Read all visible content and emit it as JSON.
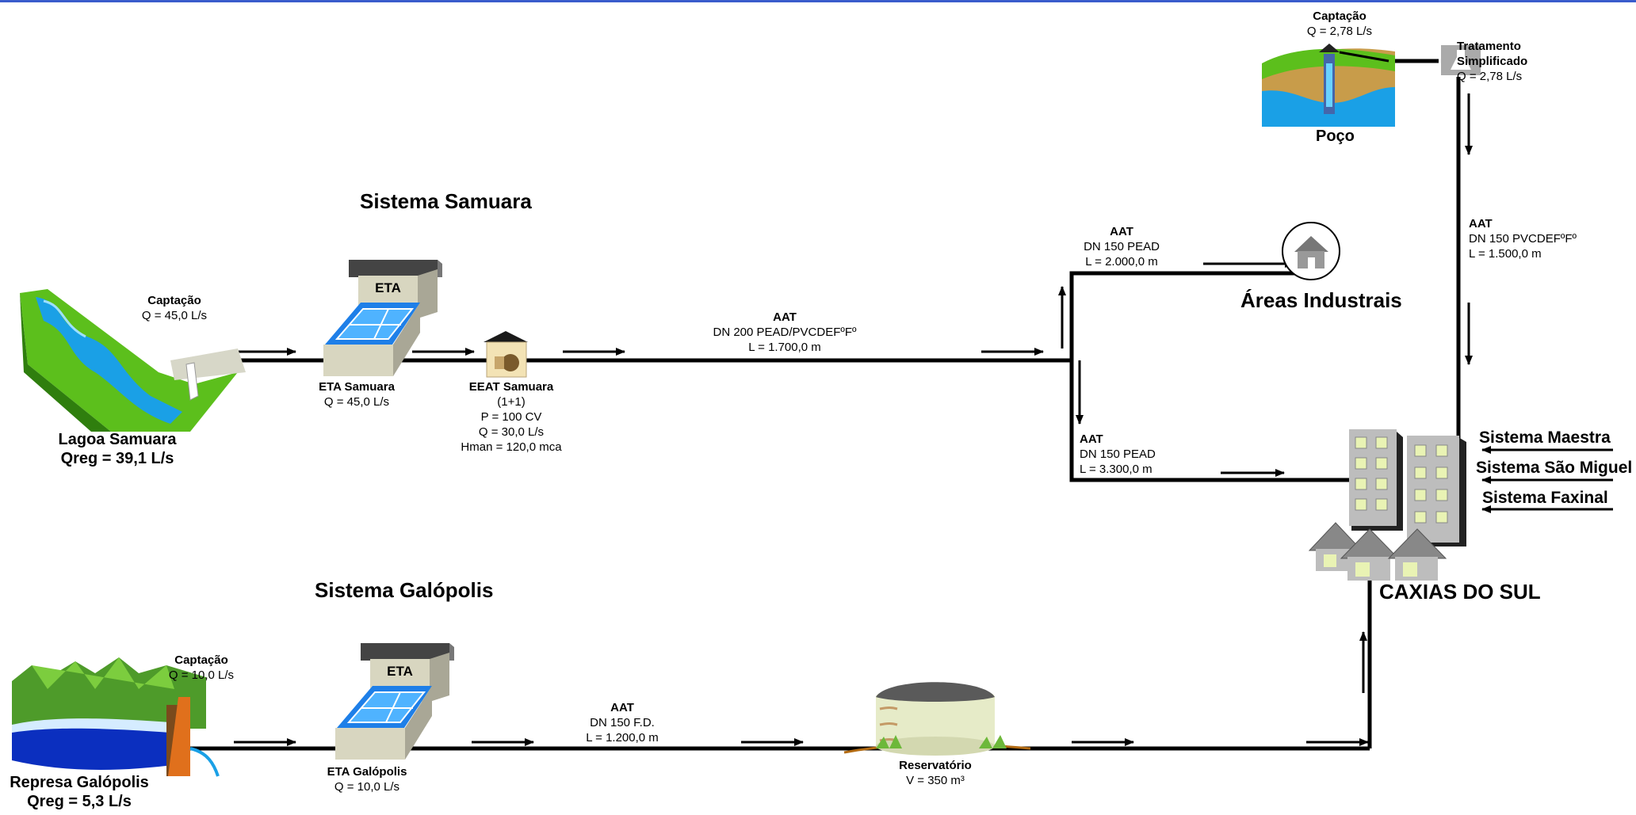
{
  "titles": {
    "samuara": "Sistema Samuara",
    "galopolis": "Sistema Galópolis",
    "areas": "Áreas Industrais",
    "caxias": "CAXIAS DO SUL",
    "poco": "Poço"
  },
  "lagoa": {
    "name": "Lagoa Samuara",
    "qreg": "Qreg =  39,1 L/s"
  },
  "represa": {
    "name": "Represa Galópolis",
    "qreg": "Qreg =  5,3 L/s"
  },
  "cap_samuara": {
    "title": "Captação",
    "q": "Q = 45,0 L/s"
  },
  "cap_galopolis": {
    "title": "Captação",
    "q": "Q = 10,0 L/s"
  },
  "cap_poco": {
    "title": "Captação",
    "q": "Q = 2,78 L/s"
  },
  "eta_samuara": {
    "sign": "ETA",
    "name": "ETA Samuara",
    "q": "Q = 45,0 L/s"
  },
  "eta_galopolis": {
    "sign": "ETA",
    "name": "ETA Galópolis",
    "q": "Q = 10,0 L/s"
  },
  "eeat": {
    "name": "EEAT Samuara",
    "config": "(1+1)",
    "p": "P = 100 CV",
    "q": "Q = 30,0 L/s",
    "hman": "Hman = 120,0 mca"
  },
  "aat_main": {
    "title": "AAT",
    "dn": "DN 200  PEAD/PVCDEFºFº",
    "l": "L = 1.700,0 m"
  },
  "aat_ind": {
    "title": "AAT",
    "dn": "DN 150  PEAD",
    "l": "L = 2.000,0 m"
  },
  "aat_cx": {
    "title": "AAT",
    "dn": "DN 150  PEAD",
    "l": "L = 3.300,0 m"
  },
  "aat_poco": {
    "title": "AAT",
    "dn": "DN 150  PVCDEFºFº",
    "l": "L = 1.500,0 m"
  },
  "aat_gal": {
    "title": "AAT",
    "dn": "DN 150  F.D.",
    "l": "L = 1.200,0 m"
  },
  "tratamento": {
    "l1": "Tratamento",
    "l2": "Simplificado",
    "q": "Q = 2,78 L/s"
  },
  "reservatorio": {
    "name": "Reservatório",
    "v": "V = 350 m³"
  },
  "inflows": {
    "maestra": "Sistema Maestra",
    "saomiguel": "Sistema São Miguel",
    "faxinal": "Sistema Faxinal"
  },
  "colors": {
    "line": "#000000",
    "water": "#1aa0e6",
    "grass": "#5cbf1c",
    "eta_blue": "#1e7fe8",
    "top_bar": "#3a5ccc"
  },
  "icons": [
    "lake-icon",
    "dam-icon",
    "eta-icon",
    "pump-station-icon",
    "house-icon",
    "well-icon",
    "flask-icon",
    "reservoir-icon",
    "city-icon"
  ]
}
